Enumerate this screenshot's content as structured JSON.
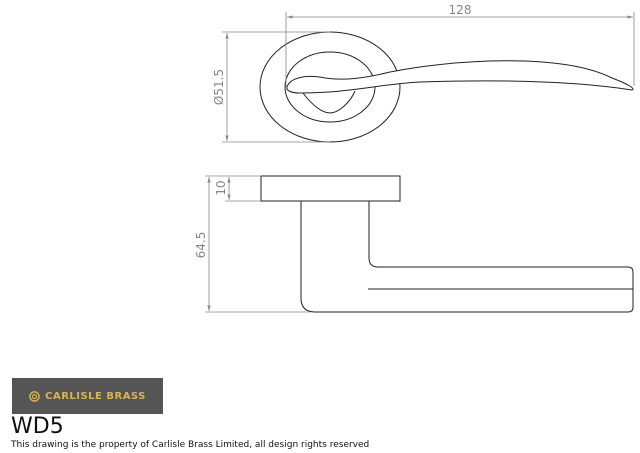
{
  "drawing": {
    "dimensions": {
      "overall_length": "128",
      "rose_diameter": "Ø51.5",
      "rose_thickness": "10",
      "projection": "64.5"
    }
  },
  "logo": {
    "brand": "CARLISLE BRASS",
    "background": "#555555",
    "accent": "#d8b552"
  },
  "model": "WD5",
  "footer": "This drawing is the property of Carlisle Brass Limited, all design rights reserved"
}
